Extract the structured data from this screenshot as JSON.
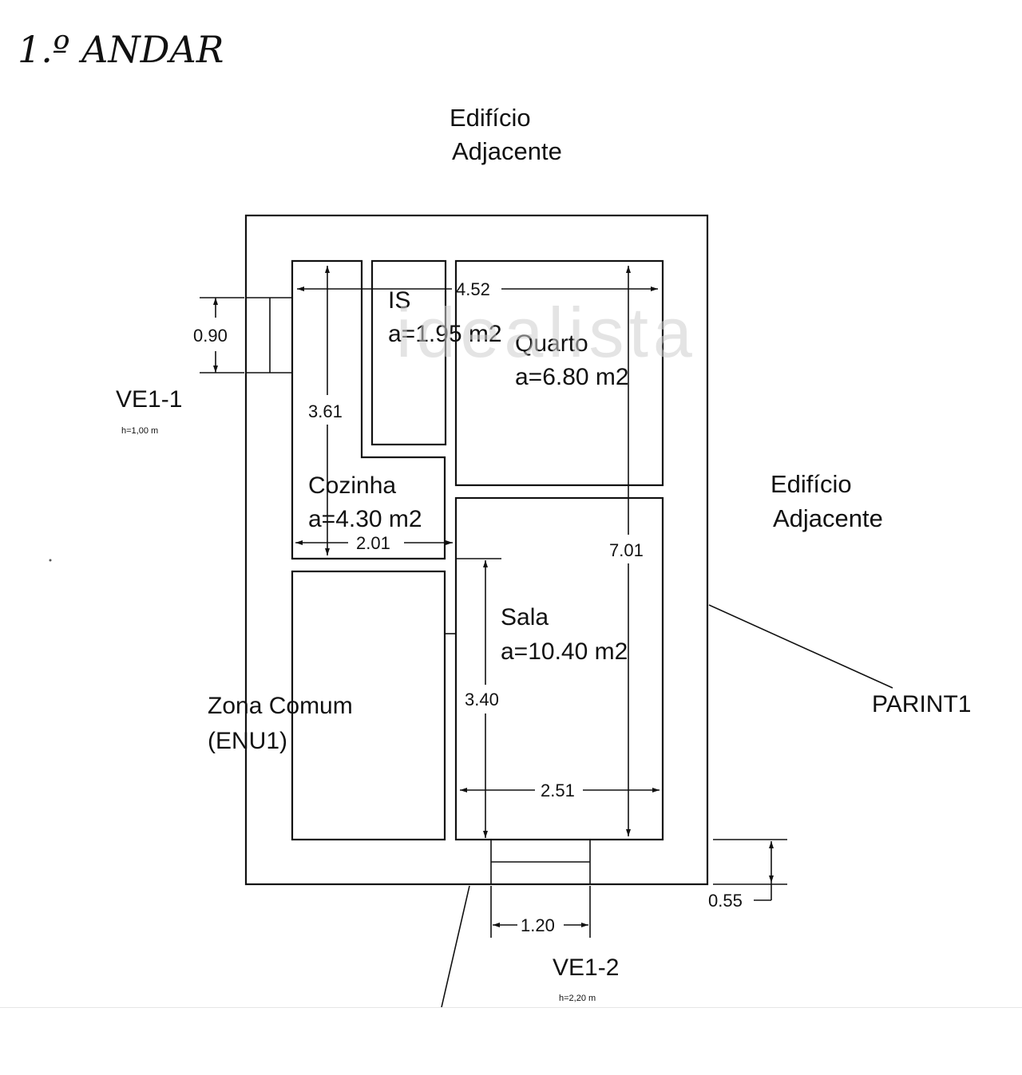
{
  "title": "1.º ANDAR",
  "watermark": "idealista",
  "labels": {
    "adjacent_top_1": "Edifício",
    "adjacent_top_2": "Adjacente",
    "adjacent_right_1": "Edifício",
    "adjacent_right_2": "Adjacente",
    "window_left": "VE1-1",
    "window_left_h": "h=1,00 m",
    "window_bottom": "VE1-2",
    "window_bottom_h": "h=2,20 m",
    "wall_ref": "PARINT1"
  },
  "rooms": {
    "is_name": "IS",
    "is_area": "a=1.95 m2",
    "quarto_name": "Quarto",
    "quarto_area": "a=6.80 m2",
    "cozinha_name": "Cozinha",
    "cozinha_area": "a=4.30 m2",
    "sala_name": "Sala",
    "sala_area": "a=10.40 m2",
    "comum_name": "Zona Comum",
    "comum_code": "(ENU1)"
  },
  "dimensions": {
    "d_452": "4.52",
    "d_090": "0.90",
    "d_361": "3.61",
    "d_201": "2.01",
    "d_701": "7.01",
    "d_340": "3.40",
    "d_251": "2.51",
    "d_055": "0.55",
    "d_120": "1.20"
  }
}
